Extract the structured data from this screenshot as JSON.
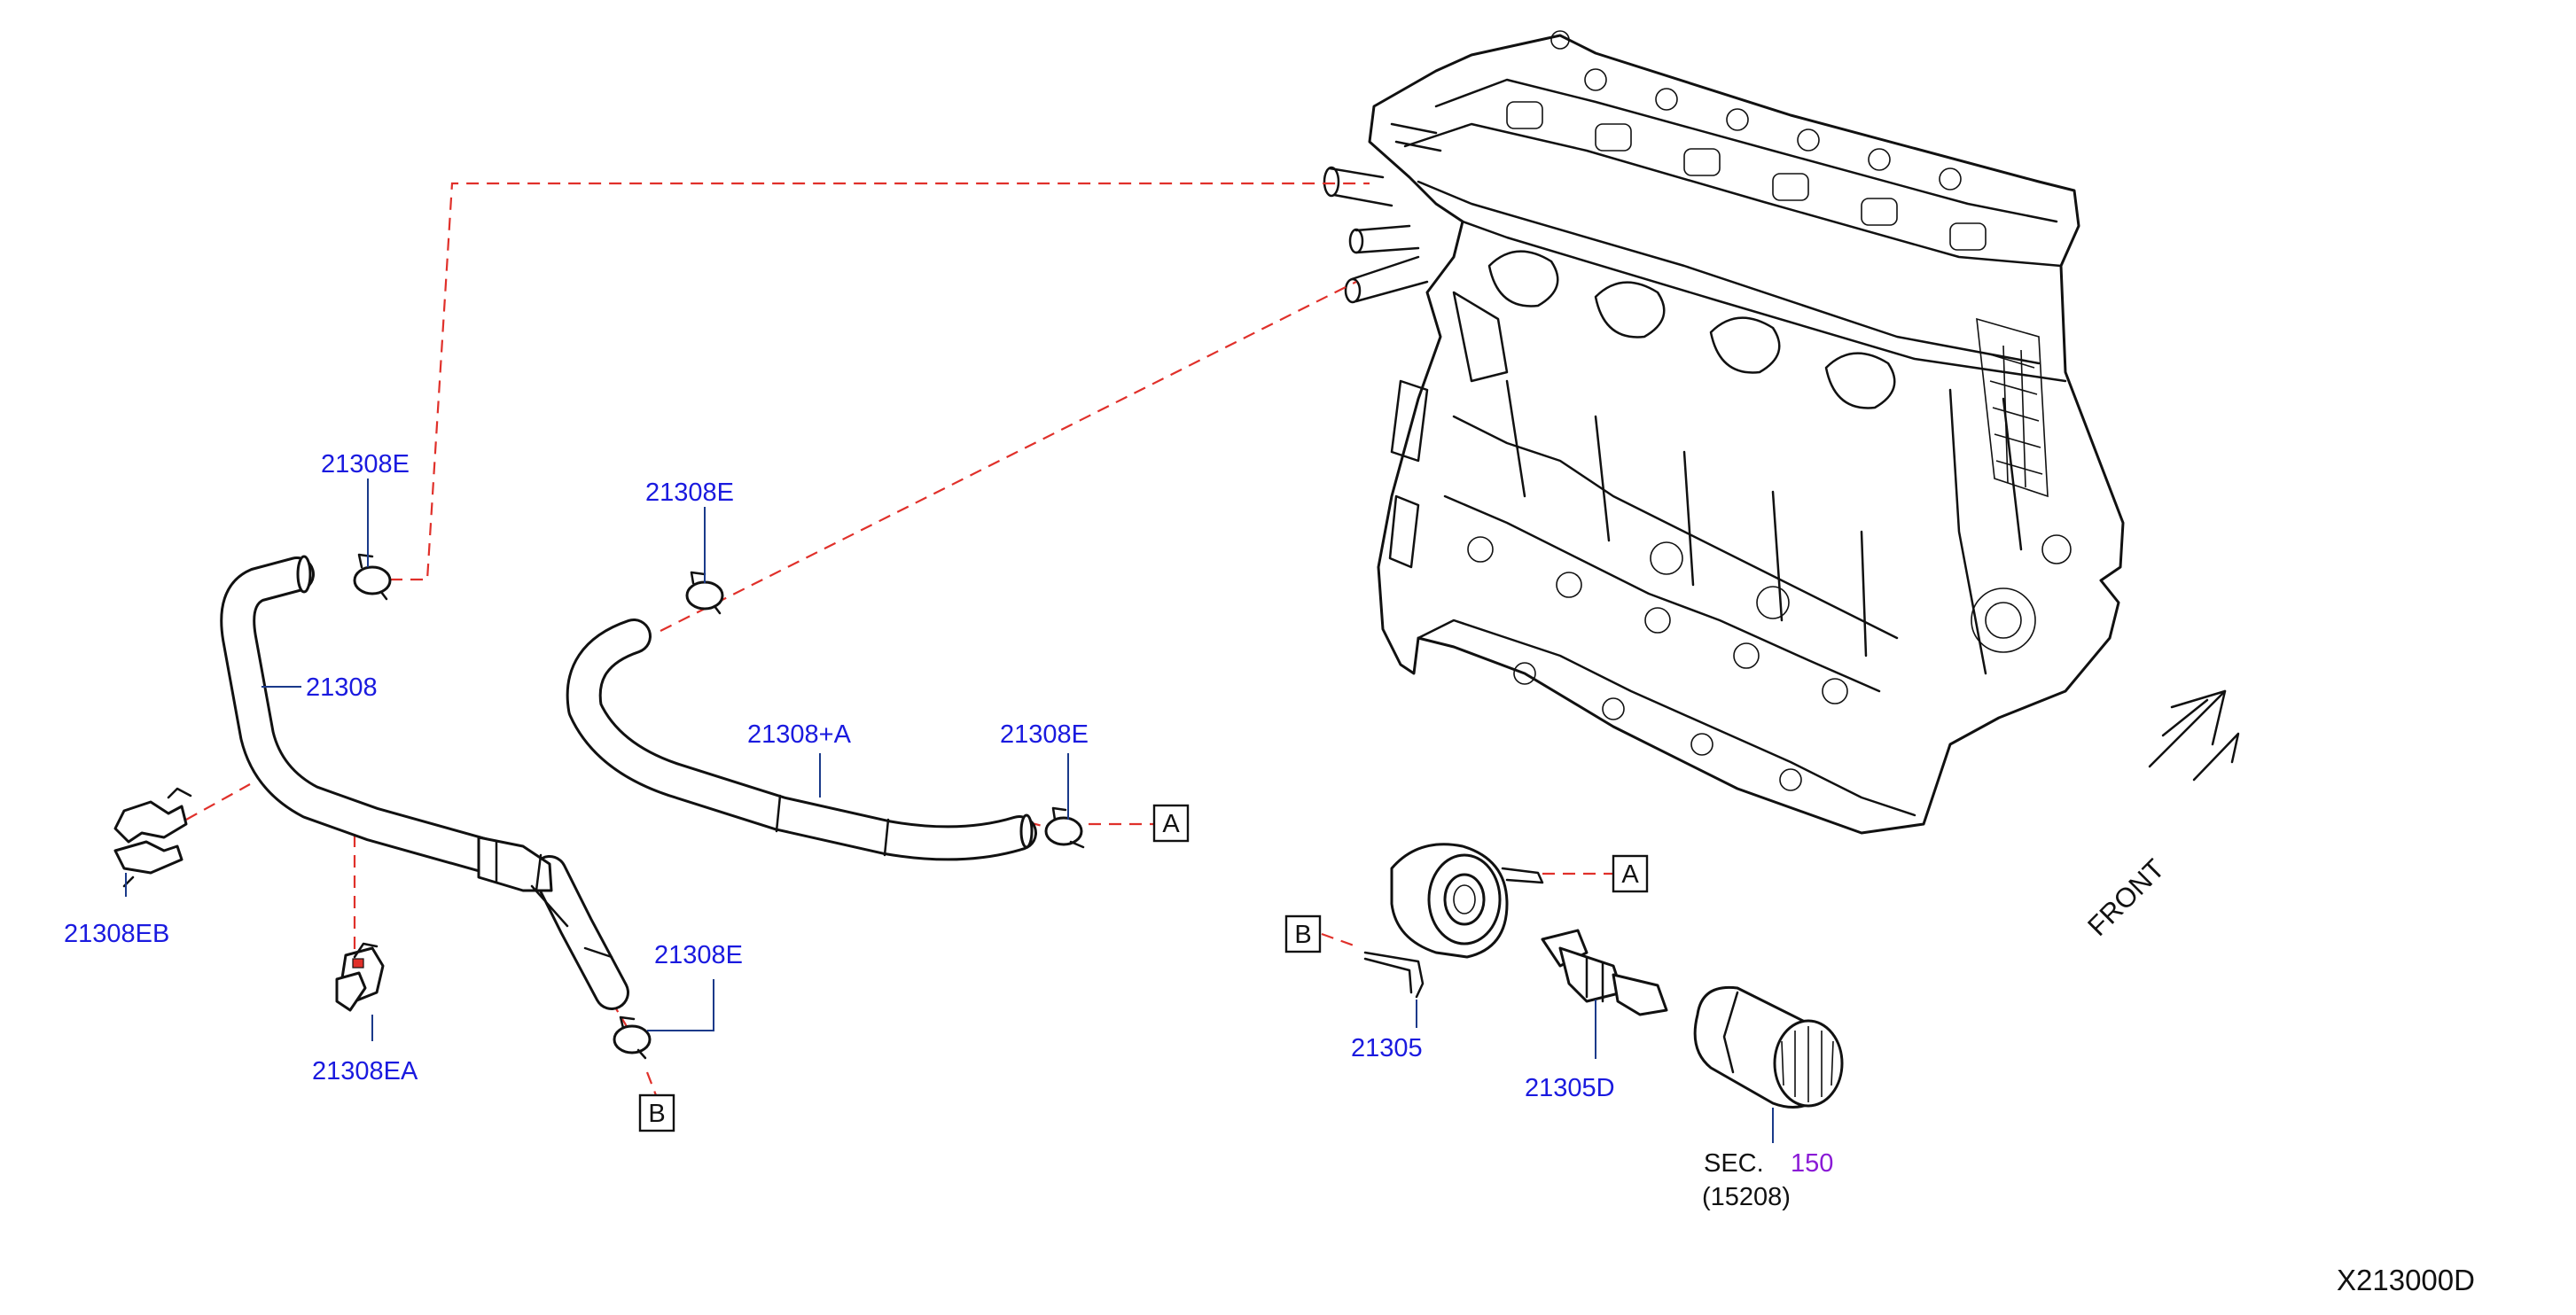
{
  "labels": {
    "e_top_left": "21308E",
    "hose_main": "21308",
    "e_top_mid": "21308E",
    "hose_a": "21308+A",
    "e_right": "21308E",
    "eb": "21308EB",
    "ea": "21308EA",
    "e_bottom": "21308E",
    "cooler": "21305",
    "connector": "21305D",
    "sec_prefix": "SEC.",
    "sec_number": "150",
    "sec_part": "(15208)",
    "front": "FRONT",
    "diagram_id": "X213000D"
  },
  "ref_boxes": {
    "a_hose": "A",
    "a_cooler": "A",
    "b_cooler": "B",
    "b_hose": "B"
  },
  "colors": {
    "part_number": "#1a1adf",
    "section_number": "#8a1ad6",
    "guide_line": "#e0302a",
    "outline": "#111111"
  }
}
